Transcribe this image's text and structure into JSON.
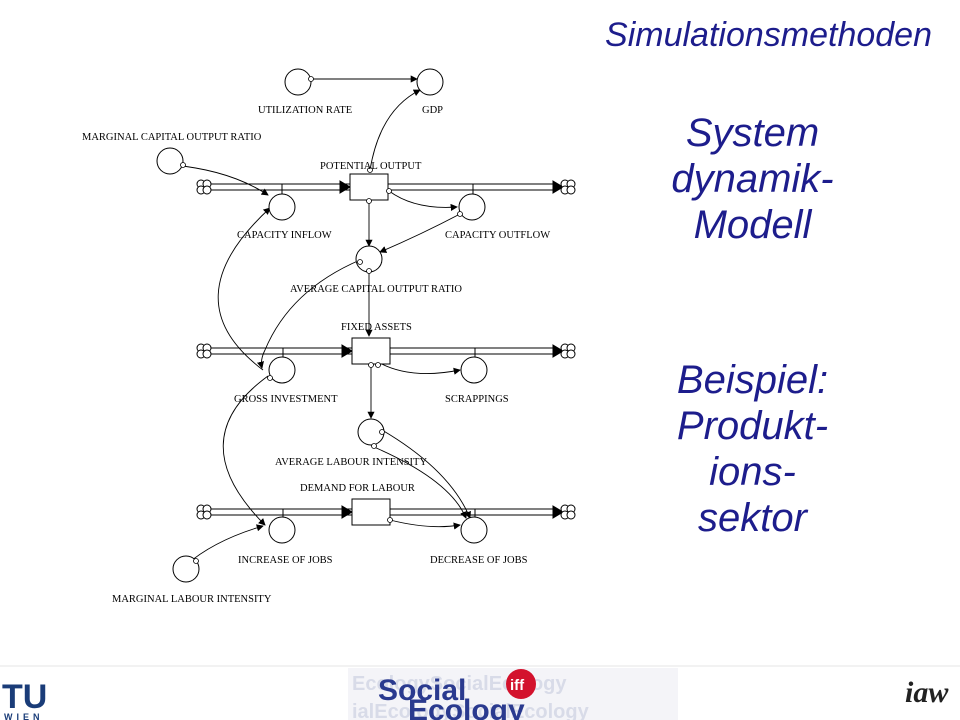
{
  "slide": {
    "title": "Simulationsmethoden",
    "subtitle_lines": [
      "System",
      "dynamik-",
      "Modell"
    ],
    "example_lines": [
      "Beispiel:",
      "Produkt-",
      "ions-",
      "sektor"
    ]
  },
  "diagram": {
    "stocks": {
      "potential_output": "POTENTIAL OUTPUT",
      "fixed_assets": "FIXED ASSETS",
      "demand_for_labour": "DEMAND FOR LABOUR"
    },
    "flows": {
      "capacity_inflow": "CAPACITY INFLOW",
      "capacity_outflow": "CAPACITY OUTFLOW",
      "gross_investment": "GROSS INVESTMENT",
      "scrappings": "SCRAPPINGS",
      "increase_of_jobs": "INCREASE OF JOBS",
      "decrease_of_jobs": "DECREASE OF JOBS"
    },
    "auxiliaries": {
      "utilization_rate": "UTILIZATION RATE",
      "gdp": "GDP",
      "marginal_capital_output_ratio": "MARGINAL CAPITAL OUTPUT RATIO",
      "average_capital_output_ratio": "AVERAGE CAPITAL OUTPUT RATIO",
      "average_labour_intensity": "AVERAGE LABOUR INTENSITY",
      "marginal_labour_intensity": "MARGINAL LABOUR INTENSITY"
    }
  },
  "footer": {
    "tu_logo_top": "TU",
    "tu_logo_bottom": "WIEN",
    "ecology_logo": [
      "Social",
      "Ecology",
      "iff"
    ],
    "iaw_logo": "iaw"
  },
  "colors": {
    "title": "#1d1d8c",
    "iff": "#d3122d",
    "ecology_blue": "#2a3a8f"
  }
}
